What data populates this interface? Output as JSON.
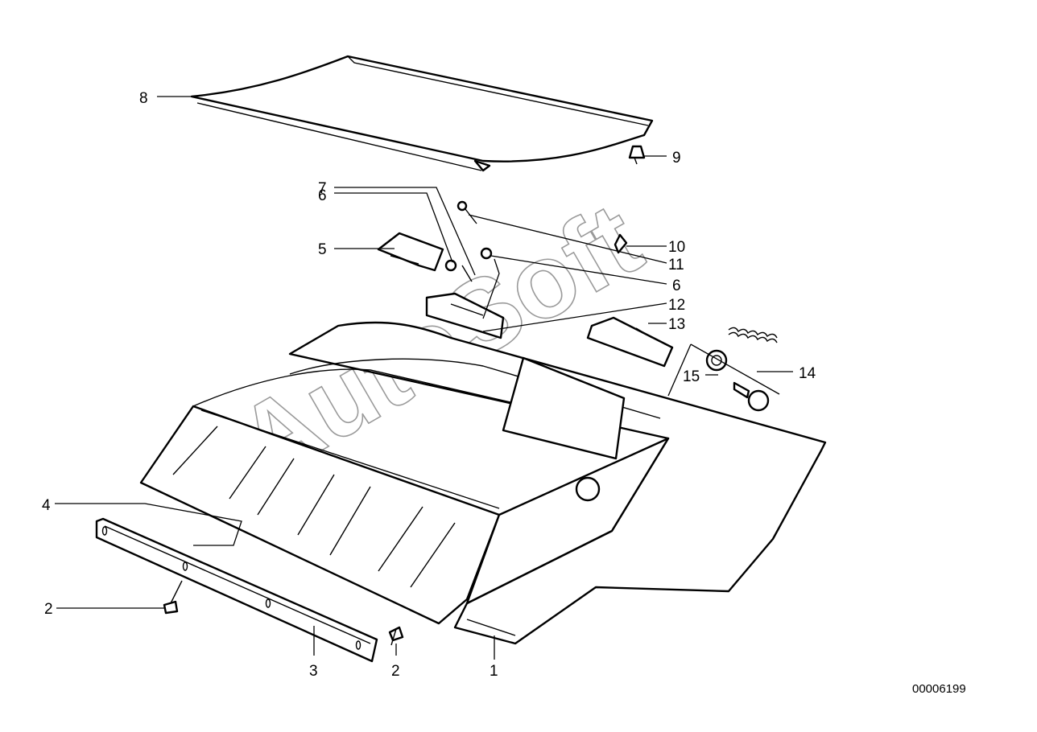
{
  "watermark": "AutoSoft",
  "reference_code": "00006199",
  "callouts": [
    {
      "id": "c8",
      "label": "8"
    },
    {
      "id": "c9",
      "label": "9"
    },
    {
      "id": "c7",
      "label": "7"
    },
    {
      "id": "c6a",
      "label": "6"
    },
    {
      "id": "c5",
      "label": "5"
    },
    {
      "id": "c10",
      "label": "10"
    },
    {
      "id": "c11",
      "label": "11"
    },
    {
      "id": "c6b",
      "label": "6"
    },
    {
      "id": "c12",
      "label": "12"
    },
    {
      "id": "c13",
      "label": "13"
    },
    {
      "id": "c14",
      "label": "14"
    },
    {
      "id": "c15",
      "label": "15"
    },
    {
      "id": "c4",
      "label": "4"
    },
    {
      "id": "c2a",
      "label": "2"
    },
    {
      "id": "c3",
      "label": "3"
    },
    {
      "id": "c2b",
      "label": "2"
    },
    {
      "id": "c1",
      "label": "1"
    }
  ]
}
